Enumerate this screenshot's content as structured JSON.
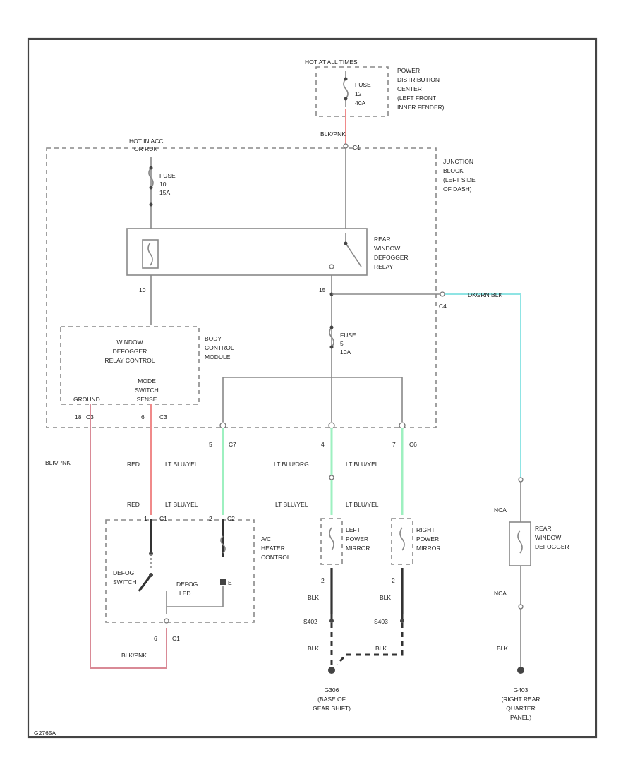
{
  "colors": {
    "red": "#f08a8a",
    "pink": "#d98a96",
    "green": "#9ef0c0",
    "cyan": "#8fe4e4"
  },
  "labels": {
    "hot_at_all_times": "HOT AT ALL TIMES",
    "pdc": [
      "POWER",
      "DISTRIBUTION",
      "CENTER",
      "(LEFT FRONT",
      "INNER FENDER)"
    ],
    "fuse_top": [
      "FUSE",
      "12",
      "40A"
    ],
    "blk_pnk_top": "BLK/PNK",
    "c1_top": "C1",
    "hot_in_acc": [
      "HOT IN ACC",
      "OR RUN"
    ],
    "fuse_left": [
      "FUSE",
      "10",
      "15A"
    ],
    "junction_block": [
      "JUNCTION",
      "BLOCK",
      "(LEFT SIDE",
      "OF DASH)"
    ],
    "relay": [
      "REAR",
      "WINDOW",
      "DEFOGGER",
      "RELAY"
    ],
    "pin_left_relay": "10",
    "pin_right_relay": "15",
    "fuse_mid": [
      "FUSE",
      "5",
      "10A"
    ],
    "bcm_inner": [
      "WINDOW",
      "DEFOGGER",
      "RELAY CONTROL"
    ],
    "bcm_mode": [
      "MODE",
      "SWITCH",
      "SENSE"
    ],
    "bcm": [
      "BODY",
      "CONTROL",
      "MODULE"
    ],
    "bcm_ground": "GROUND",
    "bcm_pin_gnd": "18",
    "bcm_c3_gnd": "C3",
    "bcm_pin_mode": "6",
    "bcm_c3_mode": "C3",
    "c4": "C4",
    "dkgrn_blk": "DKGRN BLK",
    "blk_pnk_left": "BLK/PNK",
    "red_1": "RED",
    "red_2": "RED",
    "c7_pin": "5",
    "c7": "C7",
    "c6_pin": "4",
    "c6_pin2": "7",
    "c6": "C6",
    "lt_blu_yel_1": "LT BLU/YEL",
    "lt_blu_yel_2": "LT BLU/YEL",
    "lt_blu_org": "LT BLU/ORG",
    "lt_blu_yel_3": "LT BLU/YEL",
    "lt_blu_yel_4": "LT BLU/YEL",
    "lt_blu_yel_5": "LT BLU/YEL",
    "ac_pin_1": "1",
    "ac_c1": "C1",
    "ac_pin_2": "2",
    "ac_c2": "C2",
    "ac": [
      "A/C",
      "HEATER",
      "CONTROL"
    ],
    "defog_switch": [
      "DEFOG",
      "SWITCH"
    ],
    "defog_led": [
      "DEFOG",
      "LED"
    ],
    "ac_e": "E",
    "ac_pin_bot": "6",
    "ac_c1_bot": "C1",
    "blk_pnk_bot": "BLK/PNK",
    "left_mirror": [
      "LEFT",
      "POWER",
      "MIRROR"
    ],
    "right_mirror": [
      "RIGHT",
      "POWER",
      "MIRROR"
    ],
    "mir_pin_l": "2",
    "mir_pin_r": "2",
    "blk_1": "BLK",
    "blk_2": "BLK",
    "s402_l": "S402",
    "s402_r": "S403",
    "blk_3": "BLK",
    "blk_4": "BLK",
    "ground_g": "G306",
    "ground_g_desc": [
      "(BASE OF",
      "GEAR SHIFT)"
    ],
    "nca_1": "NCA",
    "nca_2": "NCA",
    "rear_defogger": [
      "REAR",
      "WINDOW",
      "DEFOGGER"
    ],
    "blk_5": "BLK",
    "ground_r": "G403",
    "ground_r_desc": [
      "(RIGHT REAR",
      "QUARTER",
      "PANEL)"
    ],
    "code": "G2765A"
  }
}
